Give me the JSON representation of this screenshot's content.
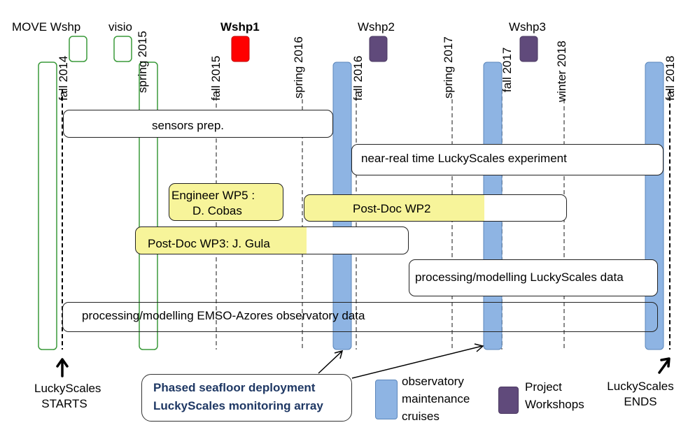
{
  "milestones": {
    "move": "MOVE Wshp",
    "visio": "visio",
    "wshp1": "Wshp1",
    "wshp2": "Wshp2",
    "wshp3": "Wshp3"
  },
  "seasons": [
    "fall 2014",
    "spring 2015",
    "fall 2015",
    "spring 2016",
    "fall 2016",
    "spring 2017",
    "fall 2017",
    "winter  2018",
    "fall 2018"
  ],
  "tasks": {
    "sensors": "sensors prep.",
    "nrt": "near-real  time  LuckyScales  experiment",
    "engineer_line1": "Engineer  WP5 :",
    "engineer_line2": "D. Cobas",
    "postdoc_wp2": "Post-Doc  WP2",
    "postdoc_wp3": "Post-Doc  WP3: J. Gula",
    "processing_ls": "processing/modelling  LuckyScales  data",
    "processing_emso": "processing/modelling  EMSO-Azores  observatory  data"
  },
  "bottom": {
    "start_line1": "LuckyScales",
    "start_line2": "STARTS",
    "end_line1": "LuckyScales",
    "end_line2": "ENDS",
    "deployment_line1": "Phased  seafloor  deployment",
    "deployment_line2": "LuckyScales  monitoring  array"
  },
  "legend": {
    "cruises_line1": "observatory",
    "cruises_line2": "maintenance",
    "cruises_line3": "cruises",
    "workshops_line1": "Project",
    "workshops_line2": "Workshops"
  },
  "colors": {
    "cruise_blue": "#8eb4e3",
    "workshop_purple": "#604a7b",
    "wshp1_red": "#ff0000",
    "green_outline": "#3a9a3a",
    "highlight_yellow": "#f7f49a",
    "deployment_text": "#1f3864"
  }
}
